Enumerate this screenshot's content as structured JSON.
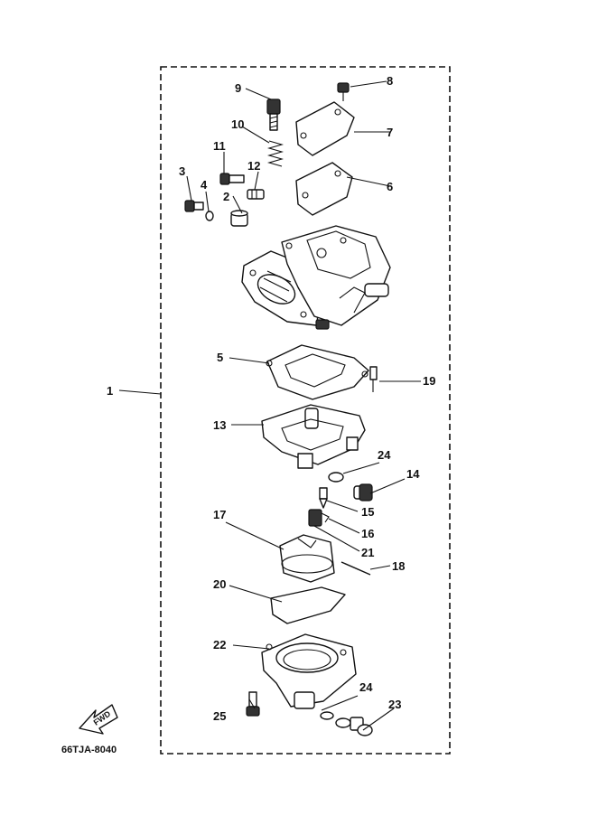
{
  "callouts": {
    "p1": "1",
    "p2": "2",
    "p3": "3",
    "p4": "4",
    "p5": "5",
    "p6": "6",
    "p7": "7",
    "p8": "8",
    "p9": "9",
    "p10": "10",
    "p11": "11",
    "p12": "12",
    "p13": "13",
    "p14": "14",
    "p15": "15",
    "p16": "16",
    "p17": "17",
    "p18": "18",
    "p19": "19",
    "p20": "20",
    "p21": "21",
    "p22": "22",
    "p23": "23",
    "p24a": "24",
    "p24b": "24",
    "p25": "25"
  },
  "fwd_label": "FWD",
  "ref_code": "66TJA-8040"
}
